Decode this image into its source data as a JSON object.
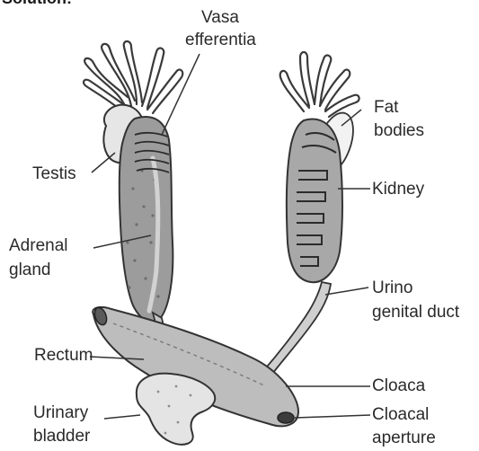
{
  "heading": "Solution:",
  "labels": {
    "vasa_efferentia": [
      "Vasa",
      "efferentia"
    ],
    "testis": "Testis",
    "adrenal_gland": [
      "Adrenal",
      "gland"
    ],
    "rectum": "Rectum",
    "urinary_bladder": [
      "Urinary",
      "bladder"
    ],
    "fat_bodies": [
      "Fat",
      "bodies"
    ],
    "kidney": "Kidney",
    "urino_genital_duct": [
      "Urino",
      "genital duct"
    ],
    "cloaca": "Cloaca",
    "cloacal_aperture": [
      "Cloacal",
      "aperture"
    ]
  }
}
